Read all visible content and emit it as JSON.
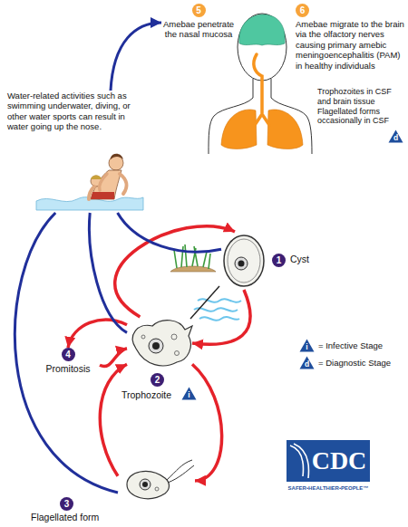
{
  "diagram": {
    "nodes": [
      {
        "text": [
          "Water-related activities such as swimming underwater, diving, or other water sports can result in water going up the nose."
        ]
      },
      {
        "text": [
          "5",
          "Amebae penetrate the nasal mucosa"
        ]
      },
      {
        "text": [
          "6",
          "Amebae migrate to the brain via the olfactory nerves causing primary amebic meningoencephalitis (PAM) in healthy individuals"
        ]
      },
      {
        "text": [
          "Trophozoites in CSF and brain tissue Flagellated forms occasionally in CSF"
        ]
      },
      {
        "text": [
          "1",
          "Cyst"
        ]
      },
      {
        "text": [
          "2",
          "Trophozoite"
        ]
      },
      {
        "text": [
          "3",
          "Flagellated form"
        ]
      },
      {
        "text": [
          "4",
          "Promitosis"
        ]
      }
    ],
    "edges": [
      {
        "from": 5,
        "to": 4,
        "arrow": "to"
      },
      {
        "from": 4,
        "to": 5,
        "arrow": "to"
      },
      {
        "from": 5,
        "to": 7,
        "arrow": "to"
      },
      {
        "from": 7,
        "to": 5,
        "arrow": "to"
      },
      {
        "from": 5,
        "to": 6,
        "arrow": "to"
      },
      {
        "from": 6,
        "to": 5,
        "arrow": "to"
      },
      {
        "from": 4,
        "to": 0,
        "arrow": "none"
      },
      {
        "from": 5,
        "to": 0,
        "arrow": "none"
      },
      {
        "from": 6,
        "to": 0,
        "arrow": "none"
      },
      {
        "from": 0,
        "to": 1,
        "arrow": "to"
      }
    ],
    "labels": [
      "d",
      "i",
      "i",
      "d",
      "CDC",
      "SAFER•HEALTHIER•PEOPLE™"
    ],
    "legend": [
      {
        "text": "= Infective Stage"
      },
      {
        "text": "= Diagnostic Stage"
      }
    ]
  }
}
